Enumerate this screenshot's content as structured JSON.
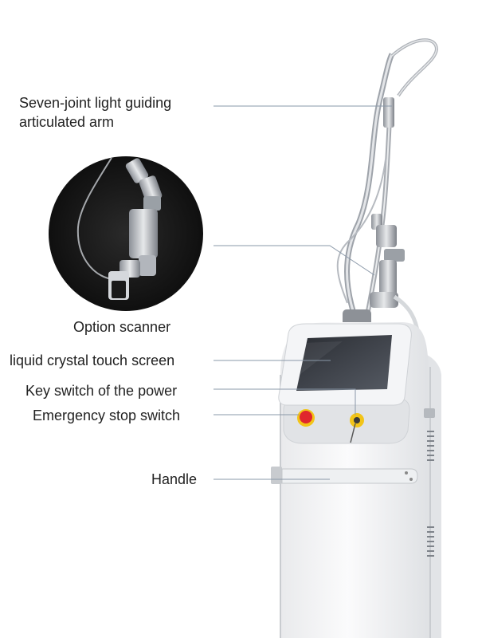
{
  "labels": {
    "arm_line1": "Seven-joint light guiding",
    "arm_line2": "articulated arm",
    "scanner": "Option scanner",
    "touch_screen": "liquid crystal touch screen",
    "key_switch": "Key switch of the power",
    "emergency_stop": "Emergency stop switch",
    "handle": "Handle"
  },
  "colors": {
    "leader_line": "#8a98a8",
    "body": "#f2f3f5",
    "screen": "#3c4048",
    "estop": "#e0262d",
    "key": "#f2c418"
  }
}
